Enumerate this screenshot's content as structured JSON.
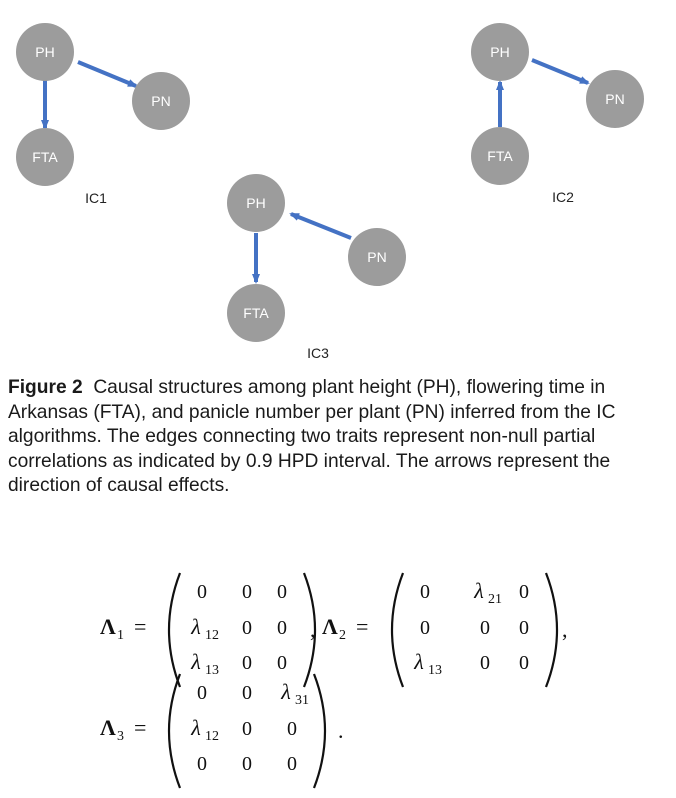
{
  "diagram": {
    "colors": {
      "node_fill": "#9c9c9c",
      "arrow": "#4472c4"
    },
    "ic1": {
      "label": "IC1",
      "nodes": {
        "ph": "PH",
        "pn": "PN",
        "fta": "FTA"
      }
    },
    "ic2": {
      "label": "IC2",
      "nodes": {
        "ph": "PH",
        "pn": "PN",
        "fta": "FTA"
      }
    },
    "ic3": {
      "label": "IC3",
      "nodes": {
        "ph": "PH",
        "pn": "PN",
        "fta": "FTA"
      }
    }
  },
  "caption": {
    "label": "Figure 2",
    "text": "Causal structures among plant height (PH), flowering time in Arkansas (FTA), and panicle number per plant (PN) inferred from the IC algorithms. The edges connecting two traits represent non-null partial correlations as indicated by 0.9 HPD interval. The arrows represent the direction of causal effects."
  },
  "equation": {
    "lambda_symbol": "Λ",
    "lam": "λ",
    "m1": {
      "sub": "1",
      "rows": [
        [
          "0",
          "0",
          "0"
        ],
        [
          "λ12",
          "0",
          "0"
        ],
        [
          "λ13",
          "0",
          "0"
        ]
      ]
    },
    "m2": {
      "sub": "2",
      "rows": [
        [
          "0",
          "λ21",
          "0"
        ],
        [
          "0",
          "0",
          "0"
        ],
        [
          "λ13",
          "0",
          "0"
        ]
      ]
    },
    "m3": {
      "sub": "3",
      "rows": [
        [
          "0",
          "0",
          "λ31"
        ],
        [
          "λ12",
          "0",
          "0"
        ],
        [
          "0",
          "0",
          "0"
        ]
      ]
    },
    "equals": "=",
    "comma": ",",
    "period": "."
  }
}
